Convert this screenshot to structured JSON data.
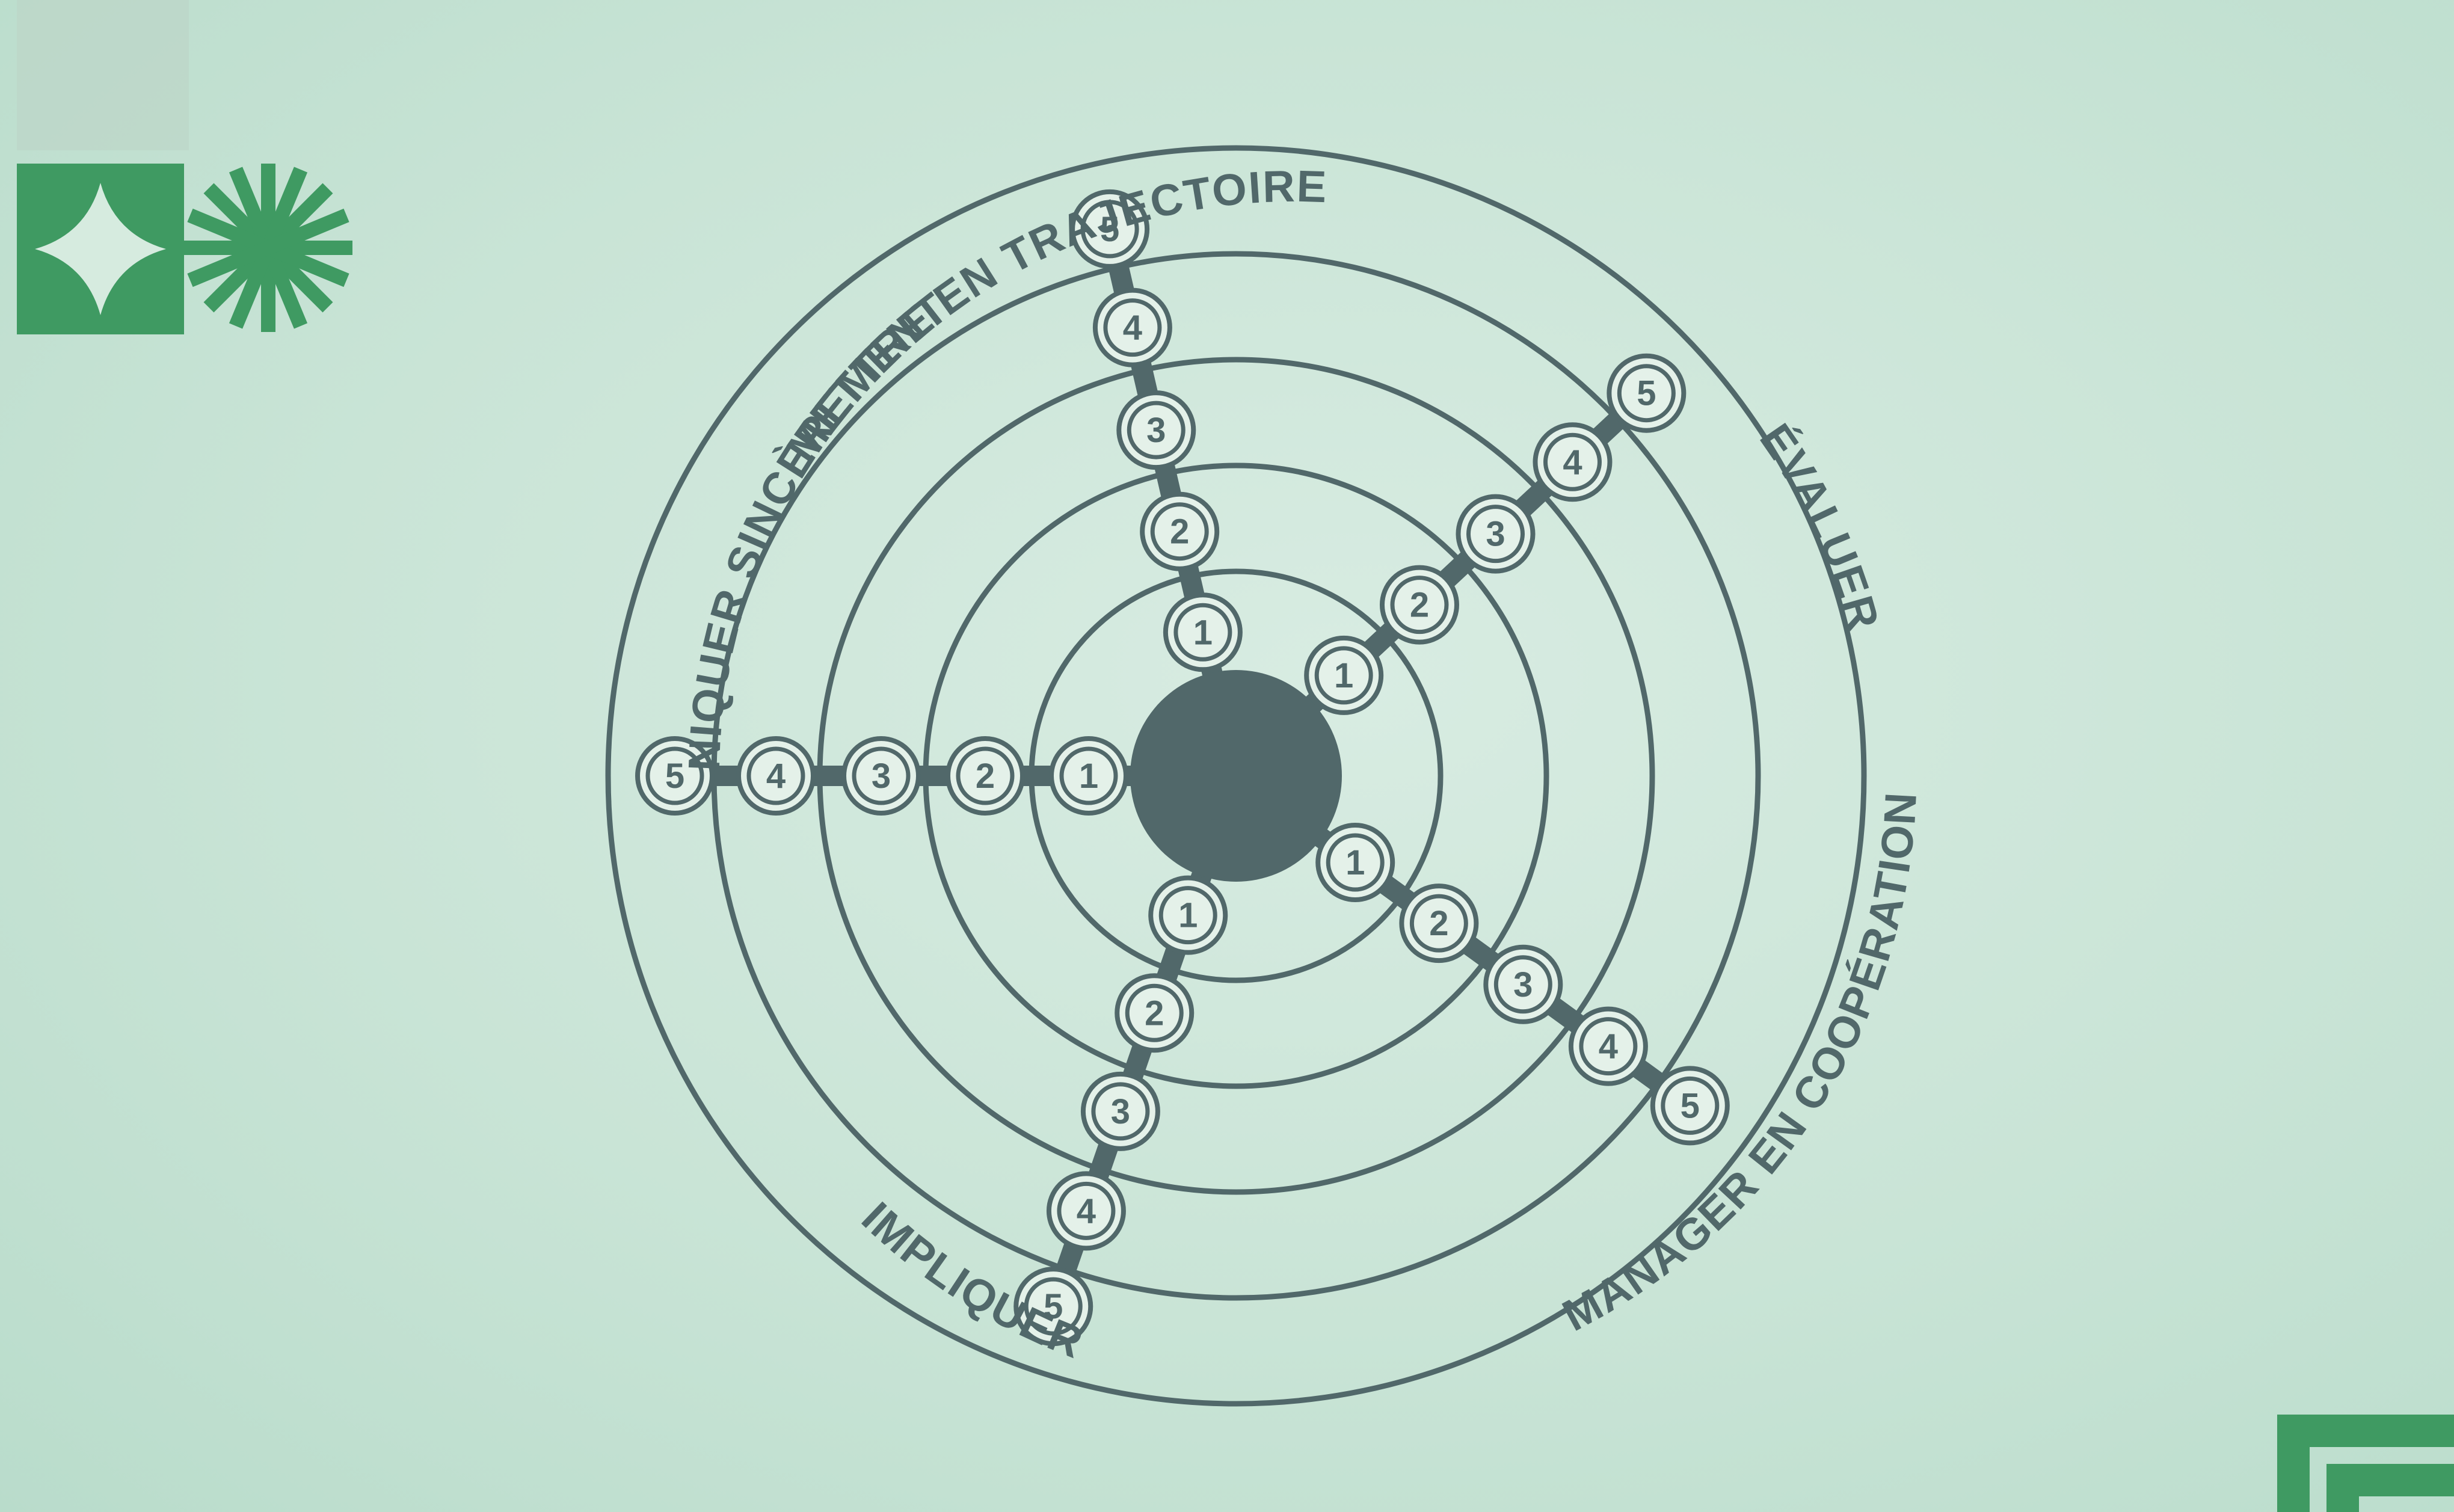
{
  "diagram": {
    "title": "",
    "ring_levels": [
      1,
      2,
      3,
      4,
      5
    ],
    "axes": [
      {
        "id": "mettre-en-trajectoire",
        "label": "METTRE EN TRAJECTOIRE",
        "levels": [
          "1",
          "2",
          "3",
          "4",
          "5"
        ]
      },
      {
        "id": "evaluer",
        "label": "ÉVALUER",
        "levels": [
          "1",
          "2",
          "3",
          "4",
          "5"
        ]
      },
      {
        "id": "manager-en-cooperation",
        "label": "MANAGER EN COOPÉRATION",
        "levels": [
          "1",
          "2",
          "3",
          "4",
          "5"
        ]
      },
      {
        "id": "impliquer",
        "label": "IMPLIQUER",
        "levels": [
          "1",
          "2",
          "3",
          "4",
          "5"
        ]
      },
      {
        "id": "communiquer-sincerement",
        "label": "COMMUNIQUER SINCÈREMENT",
        "levels": [
          "1",
          "2",
          "3",
          "4",
          "5"
        ]
      }
    ]
  },
  "colors": {
    "ink": "#51686a",
    "background": "#cfe7da",
    "brand_green": "#3f9a62",
    "node_fill": "#e4f1e9"
  },
  "decorations": {
    "logo": "green-square-with-four-point-star",
    "burst": "green-asterisk-burst-icon",
    "corner": "green-corner-bracket"
  }
}
